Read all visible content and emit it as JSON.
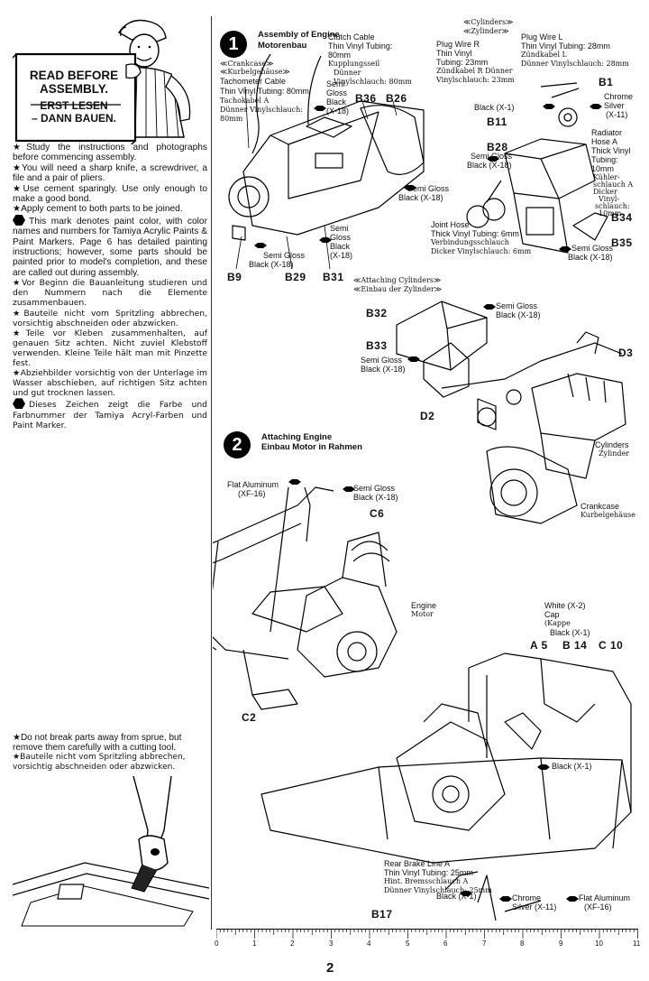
{
  "notice": {
    "title_en_1": "READ BEFORE",
    "title_en_2": "ASSEMBLY.",
    "title_de_1": "ERST LESEN",
    "title_de_2": "– DANN BAUEN."
  },
  "instructions_en": [
    "★Study the instructions and photographs before commencing assembly.",
    "★You will need a sharp knife, a screwdriver, a file and a pair of pliers.",
    "★Use cement sparingly. Use only enough to make a good bond.",
    "★Apply cement to both parts to be joined."
  ],
  "paint_mark_en": "This mark denotes paint color, with color names and numbers for Tamiya Acrylic Paints & Paint Markers. Page 6 has detailed painting instructions; however, some parts should be painted prior to model's completion, and these are called out during assembly.",
  "instructions_de": [
    "★Vor Beginn die Bauanleitung studieren und den Nummern nach die Elemente zusammenbauen.",
    "★Bauteile nicht vom Spritzling abbrechen, vorsichtig abschneiden oder abzwicken.",
    "★Teile vor Kleben zusammenhalten, auf genauen Sitz achten. Nicht zuviel Klebstoff verwenden. Kleine Teile hält man mit Pinzette fest.",
    "★Abziehbilder vorsichtig von der Unterlage im Wasser abschieben, auf richtigen Sitz achten und gut trocknen lassen."
  ],
  "paint_mark_de": "Dieses Zeichen zeigt die Farbe und Farbnummer der Tamiya Acryl-Farben und Paint Marker.",
  "sprue_hint": {
    "en": "★Do not break parts away from sprue, but remove them carefully with a cutting tool.",
    "de": "★Bauteile nicht vom Spritzling abbrechen, vorsichtig abschneiden oder abzwicken."
  },
  "step1": {
    "number": "1",
    "title": "Assembly of Engine",
    "subtitle": "Motorenbau",
    "crankcase_tag_en": "≪Crankcase≫",
    "crankcase_tag_de": "≪Kurbelgehäuse≫",
    "tacho_cable": "Tachometer Cable",
    "tacho_tubing": "Thin Vinyl Tubing: 80mm",
    "tacho_de_1": "Tachokabel A",
    "tacho_de_2": "Dünner Vinylschlauch:",
    "tacho_de_3": "80mm",
    "clutch_cable": "Clutch Cable",
    "clutch_tubing": "Thin Vinyl Tubing:",
    "clutch_len": "80mm",
    "clutch_de_1": "Kupplungsseil",
    "clutch_de_2": "Dünner",
    "clutch_de_3": "Vinylschlauch: 80mm",
    "cyl_tag_en": "≪Cylinders≫",
    "cyl_tag_de": "≪Zylinder≫",
    "plug_r": "Plug Wire R",
    "plug_r_tubing_1": "Thin Vinyl",
    "plug_r_tubing_2": "Tubing: 23mm",
    "plug_r_de_1": "Zündkabel R Dünner",
    "plug_r_de_2": "Vinylschlauch: 23mm",
    "plug_l": "Plug Wire L",
    "plug_l_tubing": "Thin Vinyl Tubing: 28mm",
    "plug_l_de_1": "Zündkabel L",
    "plug_l_de_2": "Dünner Vinylschlauch: 28mm",
    "radiator_1": "Radiator",
    "radiator_2": "Hose A",
    "radiator_3": "Thick Vinyl",
    "radiator_4": "Tubing:",
    "radiator_5": "10mm",
    "radiator_de_1": "Kühler-",
    "radiator_de_2": "schlauch A",
    "radiator_de_3": "Dicker",
    "radiator_de_4": "Vinyl-",
    "radiator_de_5": "schlauch:",
    "radiator_de_6": "10mm",
    "joint_hose": "Joint Hose",
    "joint_tubing": "Thick Vinyl Tubing: 6mm",
    "joint_de_1": "Verbindungsschlauch",
    "joint_de_2": "Dicker Vinylschlauch: 6mm",
    "attach_cyl_en": "≪Attaching Cylinders≫",
    "attach_cyl_de": "≪Einbau der Zylinder≫",
    "cylinders_en": "Cylinders",
    "cylinders_de": "Zylinder",
    "crankcase_en": "Crankcase",
    "crankcase_de": "Kurbelgehäuse"
  },
  "step2": {
    "number": "2",
    "title": "Attaching Engine",
    "subtitle": "Einbau Motor in Rahmen",
    "flat_alu_1": "Flat Aluminum",
    "flat_alu_2": "(XF-16)",
    "engine_en": "Engine",
    "engine_de": "Motor",
    "white": "White (X-2)",
    "cap": "Cap",
    "cap_de": "(Kappe",
    "cap_black": "Black (X-1)",
    "rear_brake": "Rear Brake Line A",
    "rear_brake_tubing": "Thin Vinyl Tubing: 25mm",
    "rear_brake_de_1": "Hint. Bremsschlauch A",
    "rear_brake_de_2": "Dünner Vinylschlauch: 25mm",
    "flat_alu_b_1": "Flat Aluminum",
    "flat_alu_b_2": "(XF-16)"
  },
  "paints": {
    "semi_gloss": "Semi Gloss",
    "black_x18": "Black (X-18)",
    "gloss": "Gloss",
    "x18": "(X-18)",
    "semi": "Semi",
    "black_x1": "Black (X-1)",
    "chrome": "Chrome",
    "silver_x11": "Silver (X-11)",
    "silver": "Silver",
    "x11": "(X-11)",
    "semi_gloss_black": "Semi Gloss Black (X-18)"
  },
  "parts": {
    "B1": "B1",
    "B11": "B11",
    "B28": "B28",
    "B34": "B34",
    "B35": "B35",
    "B36": "B36",
    "B26": "B26",
    "B9": "B9",
    "B29": "B29",
    "B31": "B31",
    "B32": "B32",
    "B33": "B33",
    "D3": "D3",
    "D2": "D2",
    "C6": "C6",
    "C2": "C2",
    "A5": "A 5",
    "B14": "B 14",
    "C10": "C 10",
    "B17": "B17"
  },
  "ruler": {
    "labels": [
      "0",
      "1",
      "2",
      "3",
      "4",
      "5",
      "6",
      "7",
      "8",
      "9",
      "10",
      "11"
    ]
  },
  "page_number": "2"
}
